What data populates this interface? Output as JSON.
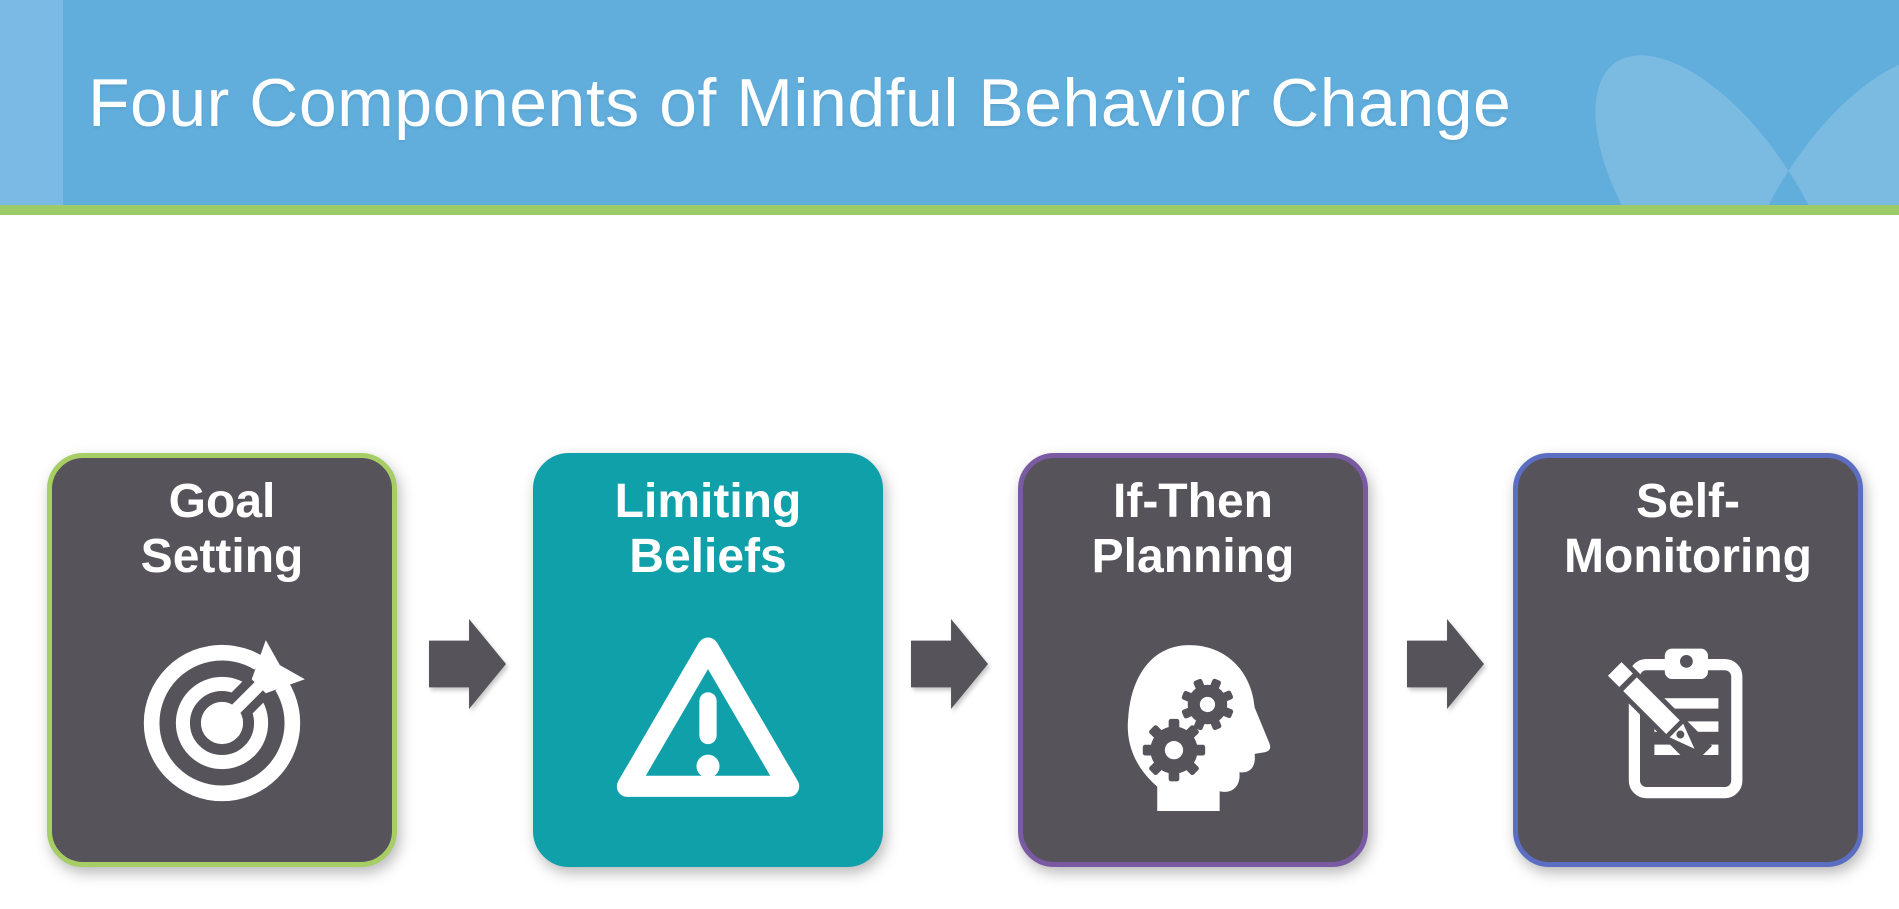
{
  "slide": {
    "title": "Four Components of Mindful Behavior Change"
  },
  "colors": {
    "header_blue": "#61AEDD",
    "header_strip_blue": "#7CBAE6",
    "accent_green": "#9DCB67",
    "card_gray": "#56535A",
    "teal": "#0FA0A9",
    "border_green": "#A6CE64",
    "border_purple": "#7B5AA4",
    "border_blue": "#5B6EC1",
    "arrow_gray": "#56535A",
    "text_white": "#FFFFFF"
  },
  "cards": [
    {
      "title_line1": "Goal",
      "title_line2": "Setting",
      "icon": "target-icon",
      "bg": "#56535A",
      "border": "#A6CE64"
    },
    {
      "title_line1": "Limiting",
      "title_line2": "Beliefs",
      "icon": "warning-triangle-icon",
      "bg": "#0FA0A9",
      "border": "#0FA0A9"
    },
    {
      "title_line1": "If-Then",
      "title_line2": "Planning",
      "icon": "head-gears-icon",
      "bg": "#56535A",
      "border": "#7B5AA4"
    },
    {
      "title_line1": "Self-",
      "title_line2": "Monitoring",
      "icon": "clipboard-pencil-icon",
      "bg": "#56535A",
      "border": "#5B6EC1"
    }
  ],
  "connectors": [
    "arrow-right",
    "arrow-right",
    "arrow-right"
  ]
}
